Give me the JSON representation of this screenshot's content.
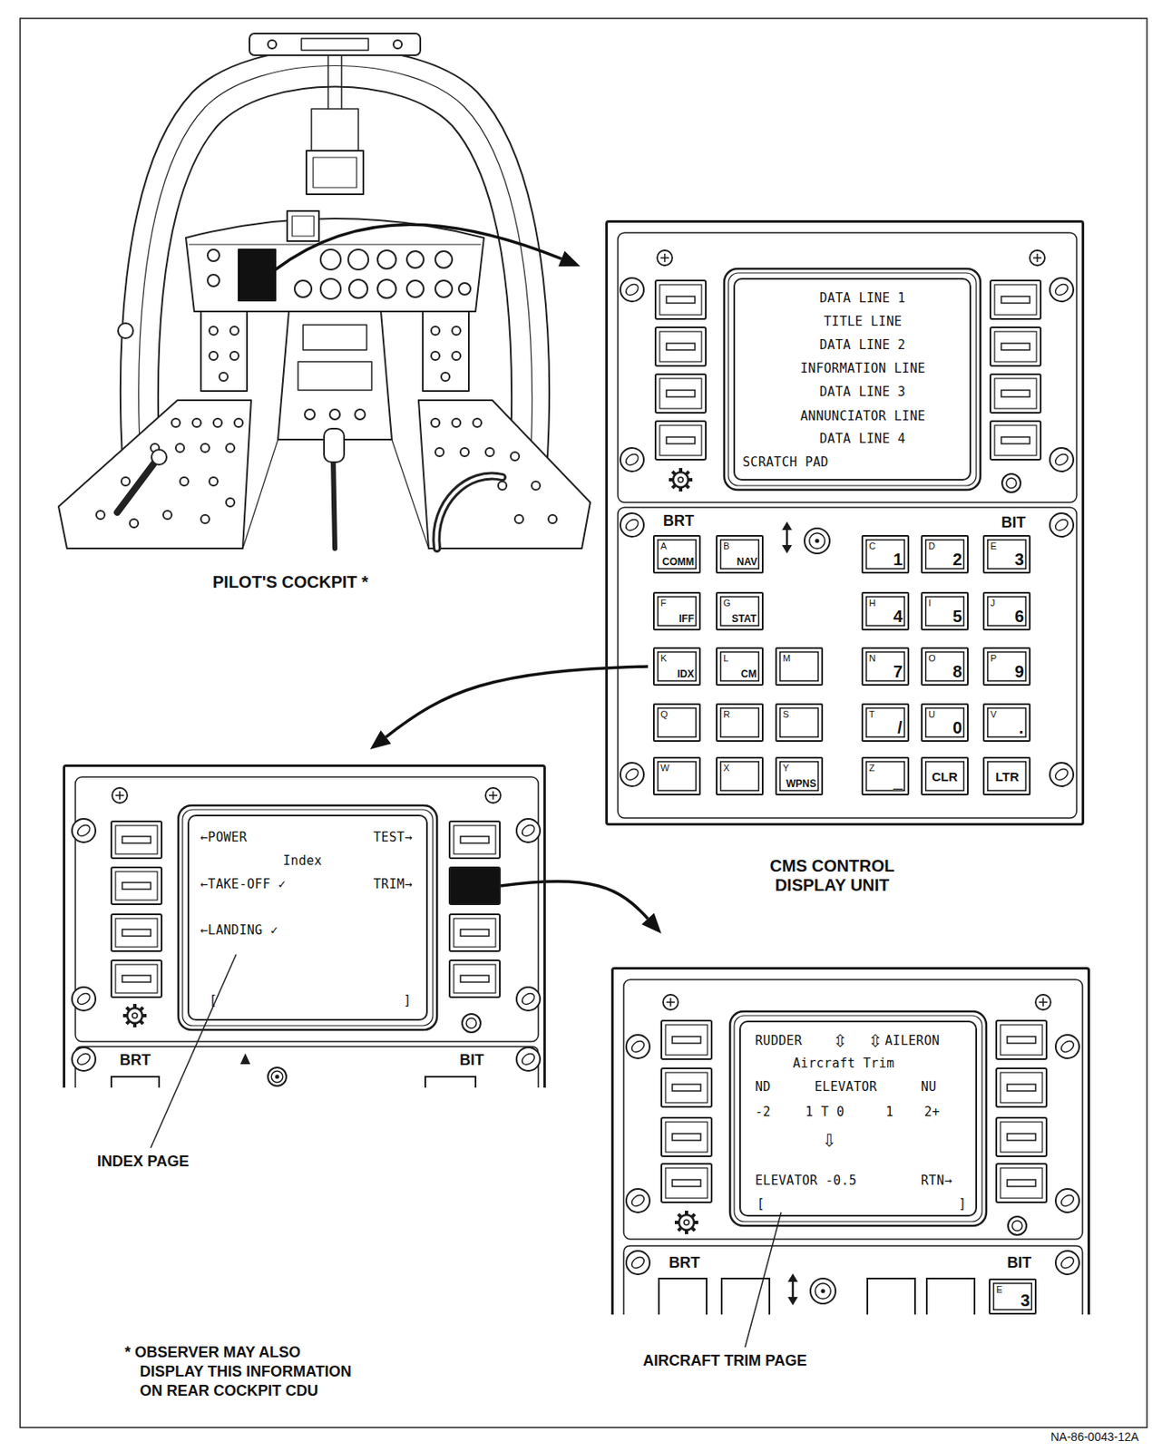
{
  "diagram": {
    "nodes": [
      {
        "text": [
          "PILOT'S COCKPIT *"
        ]
      },
      {
        "text": [
          "CMS CONTROL DISPLAY UNIT",
          "BRT",
          "BIT"
        ]
      },
      {
        "text": [
          "DATA LINE 1",
          "TITLE LINE",
          "DATA LINE 2",
          "INFORMATION LINE",
          "DATA LINE 3",
          "ANNUNCIATOR LINE",
          "DATA LINE 4",
          "SCRATCH PAD"
        ],
        "in": 1
      },
      {
        "text": [
          "A",
          "COMM"
        ],
        "in": 1
      },
      {
        "text": [
          "B",
          "NAV"
        ],
        "in": 1
      },
      {
        "text": [
          "C",
          "1"
        ],
        "in": 1
      },
      {
        "text": [
          "D",
          "2"
        ],
        "in": 1
      },
      {
        "text": [
          "E",
          "3"
        ],
        "in": 1
      },
      {
        "text": [
          "F",
          "IFF"
        ],
        "in": 1
      },
      {
        "text": [
          "G",
          "STAT"
        ],
        "in": 1
      },
      {
        "text": [
          "H",
          "4"
        ],
        "in": 1
      },
      {
        "text": [
          "I",
          "5"
        ],
        "in": 1
      },
      {
        "text": [
          "J",
          "6"
        ],
        "in": 1
      },
      {
        "text": [
          "K",
          "IDX"
        ],
        "in": 1
      },
      {
        "text": [
          "L",
          "CM"
        ],
        "in": 1
      },
      {
        "text": [
          "M"
        ],
        "in": 1
      },
      {
        "text": [
          "N",
          "7"
        ],
        "in": 1
      },
      {
        "text": [
          "O",
          "8"
        ],
        "in": 1
      },
      {
        "text": [
          "P",
          "9"
        ],
        "in": 1
      },
      {
        "text": [
          "Q"
        ],
        "in": 1
      },
      {
        "text": [
          "R"
        ],
        "in": 1
      },
      {
        "text": [
          "S"
        ],
        "in": 1
      },
      {
        "text": [
          "T",
          "/"
        ],
        "in": 1
      },
      {
        "text": [
          "U",
          "0"
        ],
        "in": 1
      },
      {
        "text": [
          "V",
          "."
        ],
        "in": 1
      },
      {
        "text": [
          "W"
        ],
        "in": 1
      },
      {
        "text": [
          "X"
        ],
        "in": 1
      },
      {
        "text": [
          "Y",
          "WPNS"
        ],
        "in": 1
      },
      {
        "text": [
          "Z",
          "_"
        ],
        "in": 1
      },
      {
        "text": [
          "CLR"
        ],
        "in": 1
      },
      {
        "text": [
          "LTR"
        ],
        "in": 1
      },
      {
        "text": [
          "BRT",
          "BIT"
        ]
      },
      {
        "text": [
          "←POWER",
          "TEST→",
          "Index",
          "←TAKE-OFF ✓",
          "TRIM→",
          "←LANDING ✓",
          "[",
          "]"
        ],
        "in": 31
      },
      {
        "text": [
          "BRT",
          "BIT"
        ]
      },
      {
        "text": [
          "RUDDER",
          "⇳",
          "⇳",
          "AILERON",
          "Aircraft Trim",
          "ND",
          "ELEVATOR",
          "NU",
          "-2",
          "1 T 0",
          "1",
          "2+",
          "⇩",
          "ELEVATOR -0.5",
          "RTN→",
          "[",
          "]"
        ],
        "in": 33
      },
      {
        "text": [
          "E",
          "3"
        ],
        "in": 33
      }
    ],
    "edges": [
      {
        "from": 0,
        "to": 1,
        "arrow": "to"
      },
      {
        "from": 13,
        "to": 31,
        "arrow": "to"
      },
      {
        "from": 31,
        "to": 33,
        "arrow": "to"
      }
    ],
    "labels": [
      "INDEX PAGE",
      "AIRCRAFT TRIM PAGE",
      "* OBSERVER MAY ALSO DISPLAY THIS INFORMATION ON REAR COCKPIT CDU",
      "NA-86-0043-12A"
    ]
  }
}
